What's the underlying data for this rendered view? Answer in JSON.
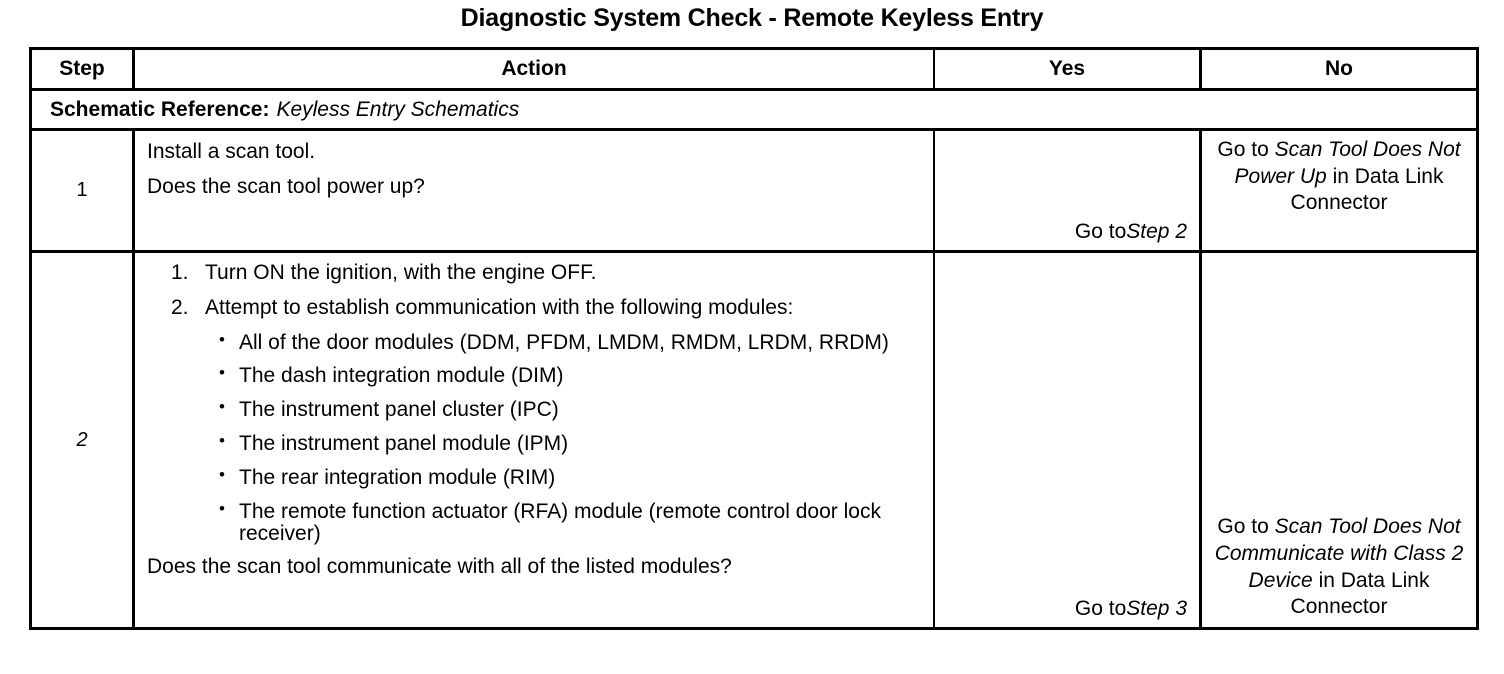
{
  "document": {
    "title": "Diagnostic System Check - Remote Keyless Entry"
  },
  "table": {
    "headers": {
      "step": "Step",
      "action": "Action",
      "yes": "Yes",
      "no": "No"
    },
    "schematic": {
      "label": "Schematic Reference:",
      "value": "Keyless Entry Schematics"
    },
    "rows": [
      {
        "step": "1",
        "action": {
          "line1": "Install a scan tool.",
          "line2": "Does the scan tool power up?"
        },
        "yes": {
          "prefix": "Go to ",
          "italic": "Step 2",
          "suffix": ""
        },
        "no": {
          "prefix": "Go to ",
          "italic": "Scan Tool Does Not Power Up",
          "suffix": " in Data Link Connector"
        }
      },
      {
        "step": "2",
        "action": {
          "numbered": [
            {
              "marker": "1.",
              "text": "Turn ON the ignition, with the engine OFF."
            },
            {
              "marker": "2.",
              "text": "Attempt to establish communication with the following modules:"
            }
          ],
          "bullets": [
            {
              "marker": "•",
              "text": "All of the door modules (DDM, PFDM, LMDM, RMDM, LRDM, RRDM)"
            },
            {
              "marker": "•",
              "text": "The dash integration module (DIM)"
            },
            {
              "marker": "•",
              "text": "The instrument panel cluster (IPC)"
            },
            {
              "marker": "•",
              "text": "The instrument panel module (IPM)"
            },
            {
              "marker": "•",
              "text": "The rear integration module (RIM)"
            },
            {
              "marker": "•",
              "text": "The remote function actuator (RFA) module (remote control door lock receiver)"
            }
          ],
          "question": "Does the scan tool communicate with all of the listed modules?"
        },
        "yes": {
          "prefix": "Go to ",
          "italic": "Step 3",
          "suffix": ""
        },
        "no": {
          "prefix": "Go to ",
          "italic": "Scan Tool Does Not Communicate with Class 2 Device",
          "suffix": " in Data Link Connector"
        }
      }
    ]
  }
}
